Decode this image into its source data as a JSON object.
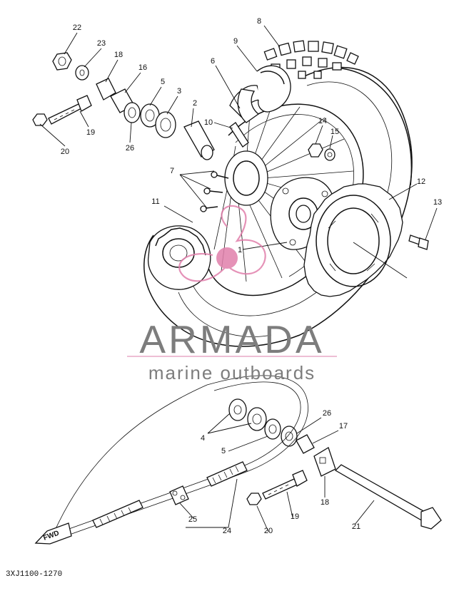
{
  "diagram": {
    "part_code": "3XJ1100-1270",
    "fwd_label": "FWD",
    "callouts": [
      {
        "id": "c22",
        "label": "22"
      },
      {
        "id": "c23",
        "label": "23"
      },
      {
        "id": "c18a",
        "label": "18"
      },
      {
        "id": "c16",
        "label": "16"
      },
      {
        "id": "c5a",
        "label": "5"
      },
      {
        "id": "c3",
        "label": "3"
      },
      {
        "id": "c2",
        "label": "2"
      },
      {
        "id": "c19a",
        "label": "19"
      },
      {
        "id": "c20a",
        "label": "20"
      },
      {
        "id": "c26a",
        "label": "26"
      },
      {
        "id": "c8",
        "label": "8"
      },
      {
        "id": "c9",
        "label": "9"
      },
      {
        "id": "c6",
        "label": "6"
      },
      {
        "id": "c10",
        "label": "10"
      },
      {
        "id": "c14",
        "label": "14"
      },
      {
        "id": "c15",
        "label": "15"
      },
      {
        "id": "c7",
        "label": "7"
      },
      {
        "id": "c11",
        "label": "11"
      },
      {
        "id": "c1",
        "label": "1"
      },
      {
        "id": "c12",
        "label": "12"
      },
      {
        "id": "c13",
        "label": "13"
      },
      {
        "id": "c26b",
        "label": "26"
      },
      {
        "id": "c17",
        "label": "17"
      },
      {
        "id": "c4",
        "label": "4"
      },
      {
        "id": "c5b",
        "label": "5"
      },
      {
        "id": "c18b",
        "label": "18"
      },
      {
        "id": "c19b",
        "label": "19"
      },
      {
        "id": "c20b",
        "label": "20"
      },
      {
        "id": "c21",
        "label": "21"
      },
      {
        "id": "c25",
        "label": "25"
      },
      {
        "id": "c24",
        "label": "24"
      }
    ]
  },
  "watermark": {
    "brand": "ARMADA",
    "tagline": "marine outboards",
    "color_text": "#7d7d7d",
    "color_accent": "#e9a9c6",
    "color_logo": "#e17fab"
  }
}
